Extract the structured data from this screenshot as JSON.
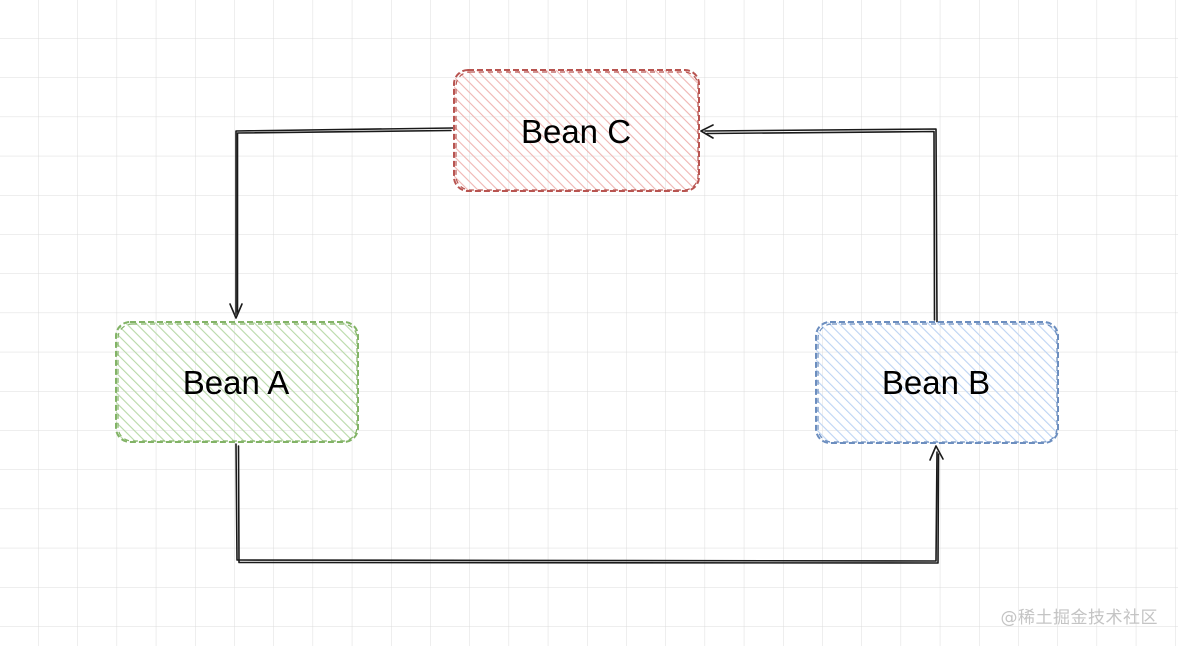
{
  "nodes": {
    "bean_a": {
      "label": "Bean A",
      "stroke": "#82b366",
      "fill": "#d5e8d4"
    },
    "bean_b": {
      "label": "Bean B",
      "stroke": "#6c8ebf",
      "fill": "#dae8fc"
    },
    "bean_c": {
      "label": "Bean C",
      "stroke": "#b85450",
      "fill": "#f8cecc"
    }
  },
  "edges": [
    {
      "from": "Bean A",
      "to": "Bean B"
    },
    {
      "from": "Bean B",
      "to": "Bean C"
    },
    {
      "from": "Bean C",
      "to": "Bean A"
    }
  ],
  "watermark": "@稀土掘金技术社区",
  "colors": {
    "grid": "#dcdcdc",
    "edge": "#1a1a1a",
    "background": "#ffffff"
  }
}
